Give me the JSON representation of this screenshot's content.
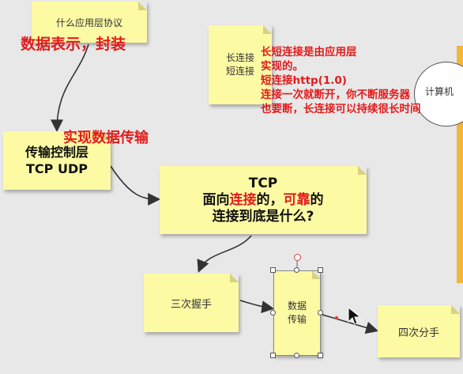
{
  "notes": {
    "app_protocol": "什么应用层协议",
    "long_short": [
      "长连接",
      "短连接"
    ],
    "transport": [
      "传输控制层",
      "TCP UDP"
    ],
    "tcp": {
      "title": "TCP",
      "line2_pre": "面向",
      "line2_red1": "连接",
      "line2_mid": "的，",
      "line2_red2": "可靠",
      "line2_post": "的",
      "line3": "连接到底是什么?"
    },
    "handshake": "三次握手",
    "data_transfer": [
      "数据",
      "传输"
    ],
    "wave": "四次分手"
  },
  "annotations": {
    "encapsulation": "数据表示，封装",
    "transfer": "实现数据传输",
    "explanation": [
      "长短连接是由应用层",
      "实现的。",
      "短连接http(1.0)",
      "连接一次就断开，你不断服务器",
      "也要断，长连接可以持续很长时间"
    ]
  },
  "side_node": "计算机",
  "colors": {
    "note": "#fdfaa4",
    "annotation": "#e21b1b",
    "background": "#e8e8e8",
    "side_bar": "#f3b63b"
  }
}
